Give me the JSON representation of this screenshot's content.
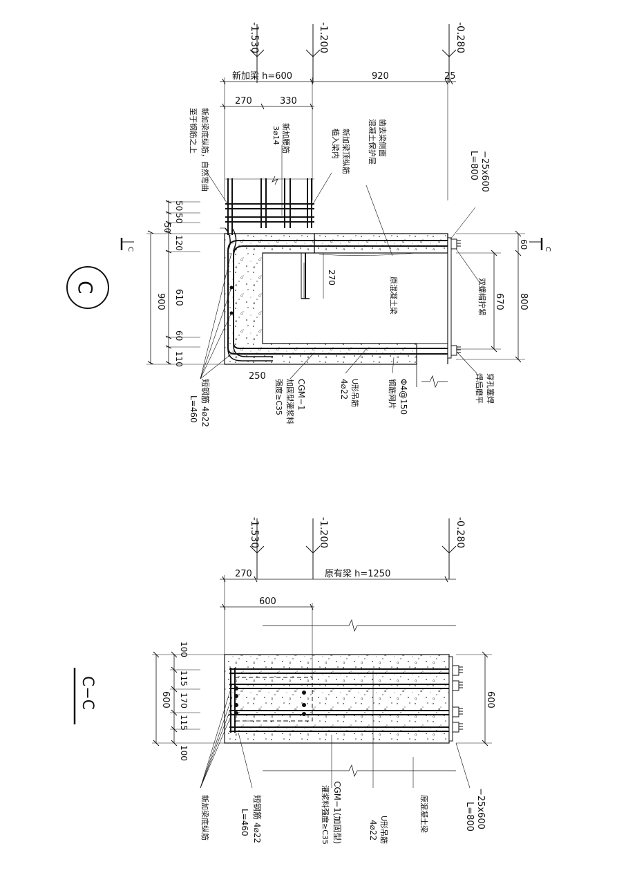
{
  "detail": {
    "marker": "C",
    "elevations": [
      "-1.530",
      "-1.200",
      "-0.280"
    ],
    "dims": {
      "new_beam_h": "新加梁 h=600",
      "d920": "920",
      "d25": "25",
      "d270": "270",
      "d330": "330",
      "d50a": "50",
      "d50b": "50",
      "d50c": "50",
      "d120": "120",
      "d900": "900",
      "d610": "610",
      "d60": "60",
      "d110": "110",
      "d250": "250",
      "d270b": "270",
      "r60": "60",
      "r670": "670",
      "r800": "800"
    },
    "labels": {
      "bottom_long_bars": "新加梁底纵筋，自然弯曲",
      "bottom_long_bars_2": "至于钢筋之上",
      "waist_bars": "新加腰筋",
      "waist_bars_2": "3⌀14",
      "top_long_bars": "新加梁顶纵筋",
      "top_long_bars_2": "植入梁内",
      "remove_cover": "凿去梁侧面",
      "remove_cover_2": "混凝土保护层",
      "plate": "−25x600",
      "plate_len": "L=800",
      "double_nut": "双螺帽拧紧",
      "orig_concrete": "原混凝土梁",
      "through_hole": "穿孔塞焊",
      "through_hole_2": "焊后磨平",
      "stirrup": "Φ4@150",
      "stirrup_2": "钢筋网片",
      "u_bar": "U形吊筋",
      "u_bar_2": "4⌀22",
      "cgm": "CGM−1",
      "cgm_2": "加固型灌浆料",
      "cgm_3": "强度≥C35",
      "anchor": "短钢筋 4⌀22",
      "anchor_len": "L=460",
      "section_mark": "C"
    }
  },
  "section": {
    "title": "C−C",
    "elevations": [
      "-1.530",
      "-1.200",
      "-0.280"
    ],
    "dims": {
      "d270": "270",
      "orig_beam_h": "原有梁 h=1250",
      "d600top": "600",
      "l100a": "100",
      "l115a": "115",
      "l170": "170",
      "l115b": "115",
      "l100b": "100",
      "l600": "600",
      "r600": "600"
    },
    "labels": {
      "new_bottom_bars": "新加梁底纵筋",
      "anchor": "短钢筋 4⌀22",
      "anchor_len": "L=460",
      "cgm": "CGM−1(加固型)",
      "cgm_2": "灌浆料强度≥C35",
      "u_bar": "U形吊筋",
      "u_bar_2": "4⌀22",
      "orig_concrete": "原混凝土梁",
      "plate": "−25x600",
      "plate_len": "L=800"
    }
  }
}
